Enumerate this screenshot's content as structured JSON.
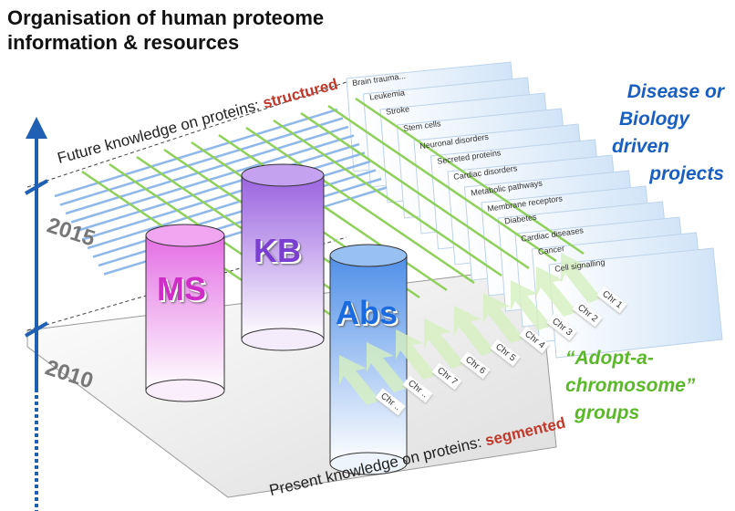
{
  "title": [
    "Organisation of human proteome",
    "information & resources"
  ],
  "timeline": {
    "year_top": "2015",
    "year_bottom": "2010"
  },
  "future": {
    "prefix": "Future knowledge on proteins: ",
    "emphasis": "structured"
  },
  "present": {
    "prefix": "Present knowledge on proteins: ",
    "emphasis": "segmented"
  },
  "resources": [
    {
      "label": "MS",
      "color": "#e070e0"
    },
    {
      "label": "KB",
      "color": "#8a5ad6"
    },
    {
      "label": "Abs",
      "color": "#3b7fe0"
    }
  ],
  "projects": [
    "Brain trauma...",
    "Leukemia",
    "Stroke",
    "Stem cells",
    "Neuronal disorders",
    "Secreted proteins",
    "Cardiac disorders",
    "Metabolic pathways",
    "Membrane receptors",
    "Diabetes",
    "Cardiac diseases",
    "Cancer",
    "Cell signalling"
  ],
  "chromosomes": [
    "Chr 1",
    "Chr 2",
    "Chr 3",
    "Chr 4",
    "Chr 5",
    "Chr 6",
    "Chr 7",
    "Chr ..",
    "Chr .."
  ],
  "disease_label": [
    "Disease or",
    "Biology",
    "driven",
    "projects"
  ],
  "chromosome_label": [
    "“Adopt-a-",
    "chromosome”",
    "groups"
  ],
  "colors": {
    "axis": "#1f5fb4",
    "green": "#5bb82a",
    "blue_text": "#1a5fc0",
    "red": "#c0392b"
  }
}
